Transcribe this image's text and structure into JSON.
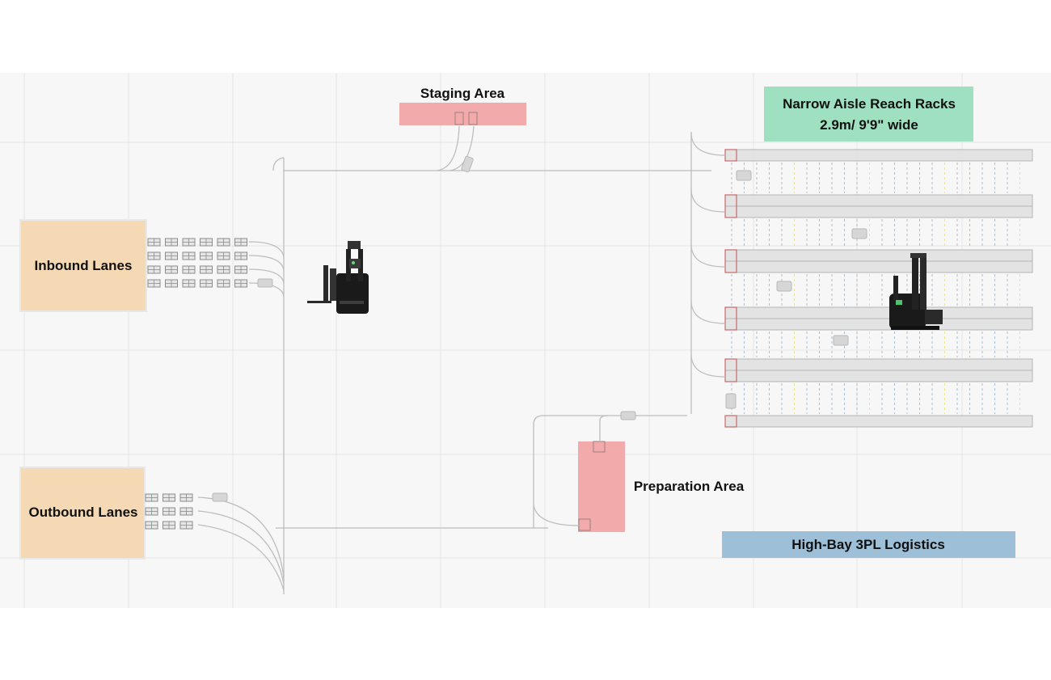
{
  "labels": {
    "staging_area": "Staging Area",
    "narrow_aisle_line1": "Narrow Aisle Reach Racks",
    "narrow_aisle_line2": "2.9m/ 9'9\" wide",
    "inbound_lanes": "Inbound Lanes",
    "outbound_lanes": "Outbound Lanes",
    "preparation_area": "Preparation Area",
    "high_bay": "High-Bay 3PL Logistics"
  },
  "colors": {
    "lanes_fill": "#f5d9b5",
    "staging_fill": "#f2aaaa",
    "preparation_fill": "#f2aaaa",
    "narrow_aisle_fill": "#9fe0c0",
    "high_bay_fill": "#9dbfd8",
    "rack_fill": "#e3e3e3",
    "path_stroke": "#bdbdbd",
    "floor": "#f7f7f7",
    "grid": "#e6e6e6",
    "forklift": "#1a1a1a"
  },
  "icons": {
    "autonomous_forklift": "autonomous-forklift-icon",
    "reach_truck": "reach-truck-icon",
    "ghost_robot": "ghost-robot-icon",
    "pallet": "pallet-icon"
  }
}
